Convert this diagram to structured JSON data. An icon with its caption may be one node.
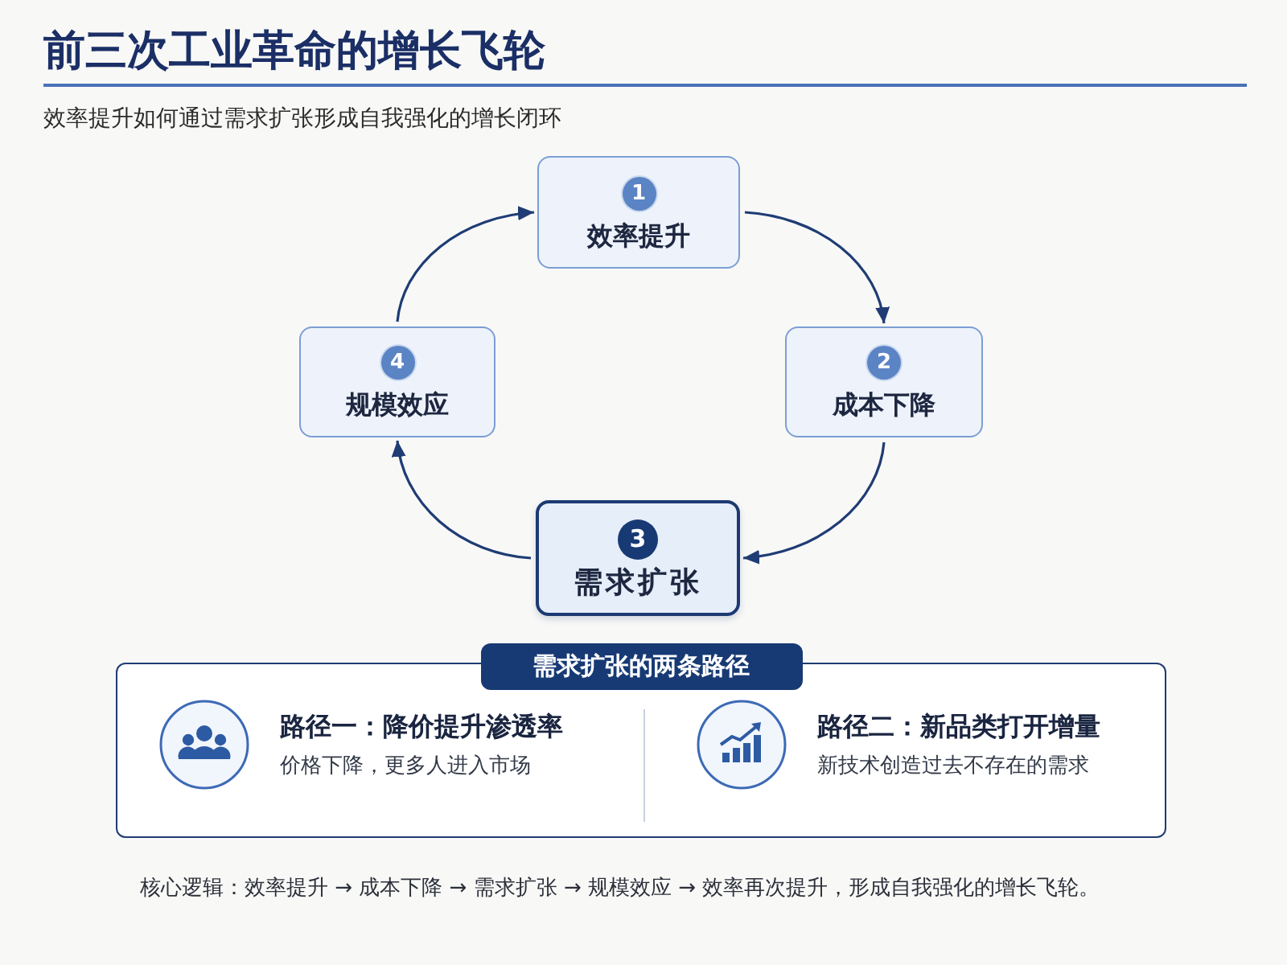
{
  "diagram": {
    "title": "前三次工业革命的增长飞轮",
    "caption": "核心逻辑：效率提升 → 成本下降 → 需求扩张 → 规模效应 → 效率再次提升，形成自我强化的增长飞轮。",
    "nodes": [
      {
        "text": [
          "1",
          "效率提升"
        ]
      },
      {
        "text": [
          "2",
          "成本下降"
        ]
      },
      {
        "text": [
          "3",
          "需求扩张"
        ]
      },
      {
        "text": [
          "4",
          "规模效应"
        ]
      },
      {
        "text": [
          "需求扩张的两条路径",
          "路径一：降价提升渗透率",
          "价格下降，更多人进入市场",
          "路径二：新品类打开增量",
          "新技术创造过去不存在的需求"
        ]
      }
    ],
    "edges": [
      {
        "from": 0,
        "to": 1,
        "arrow": "to"
      },
      {
        "from": 1,
        "to": 2,
        "arrow": "to"
      },
      {
        "from": 2,
        "to": 3,
        "arrow": "to"
      },
      {
        "from": 3,
        "to": 0,
        "arrow": "to"
      }
    ],
    "labels": [
      "效率提升如何通过需求扩张形成自我强化的增长闭环"
    ]
  }
}
